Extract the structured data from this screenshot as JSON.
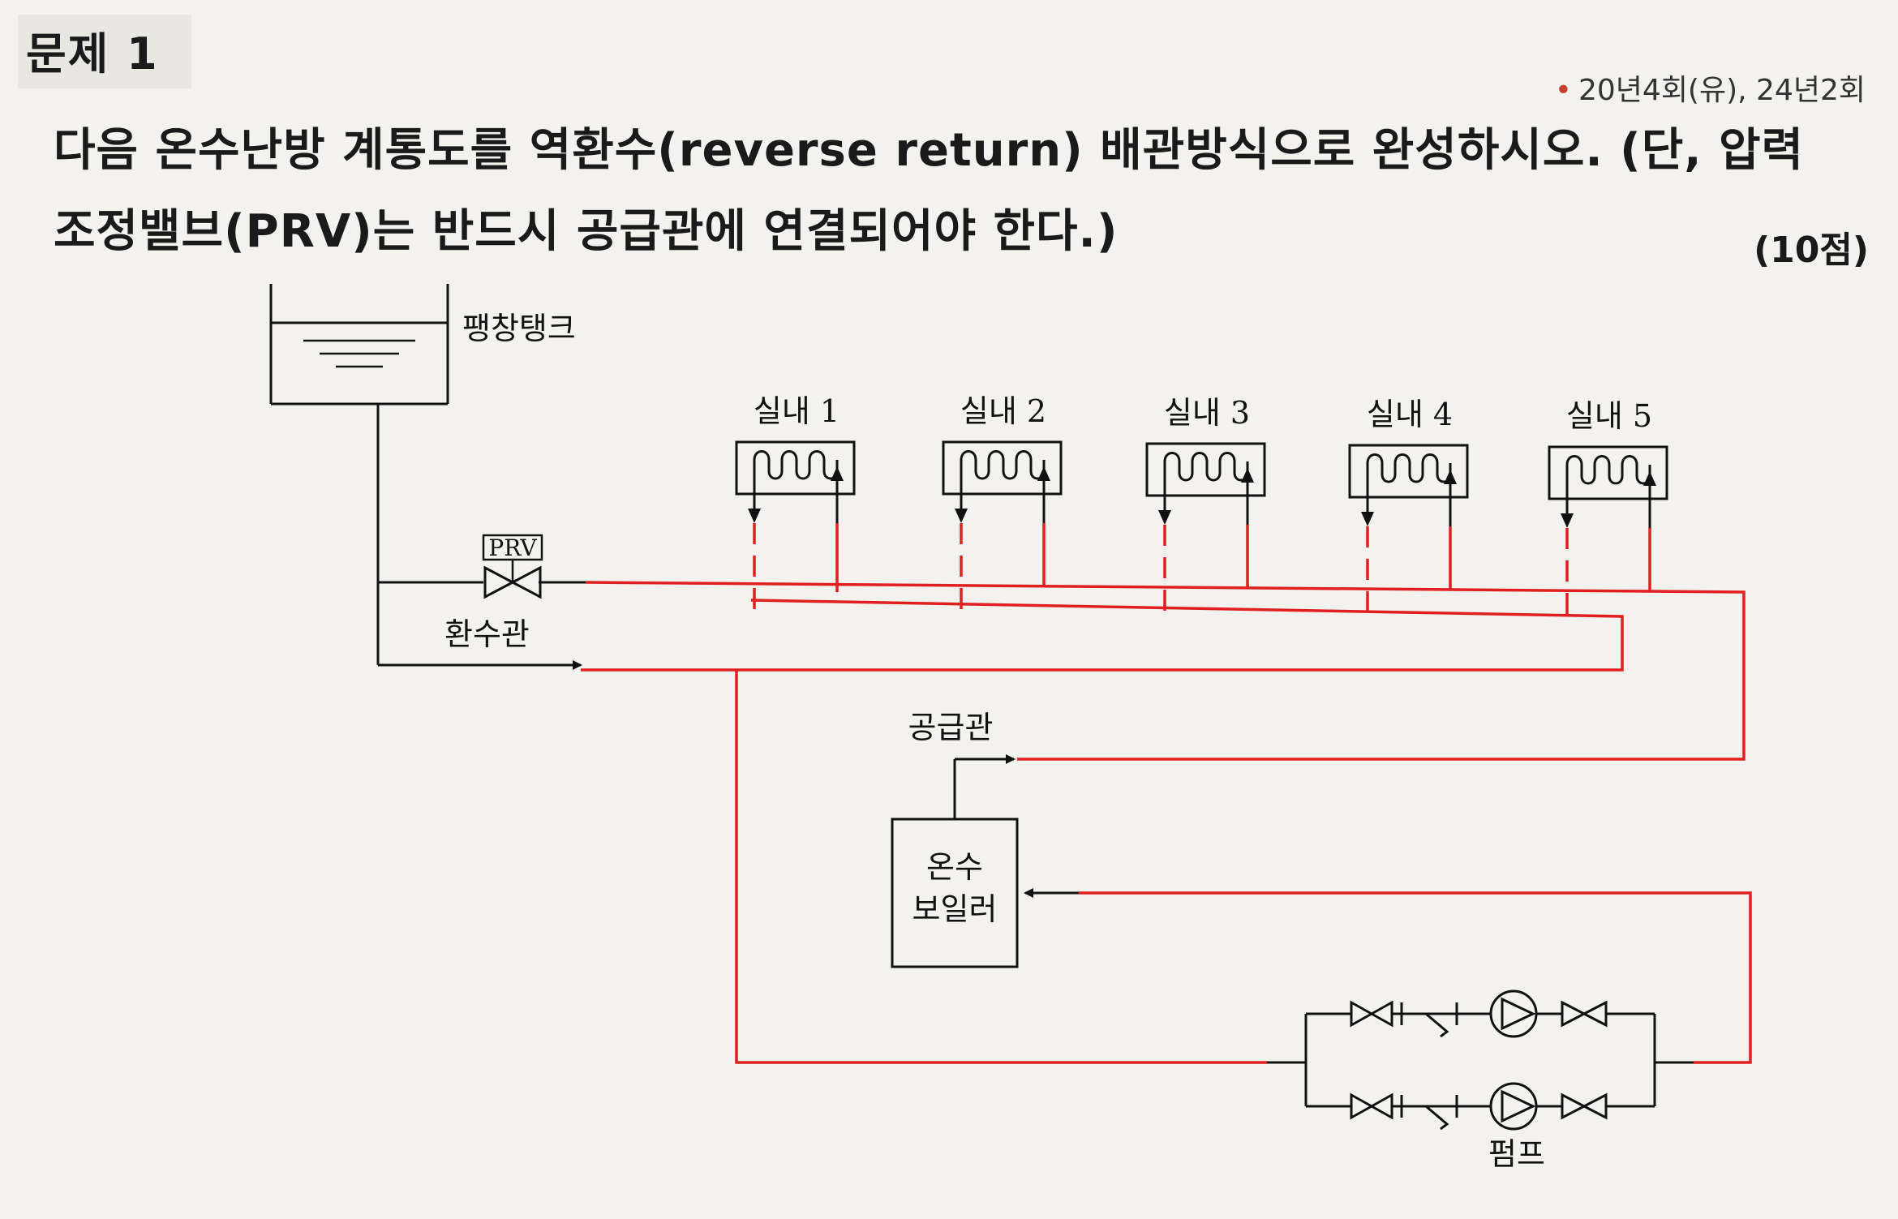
{
  "header": {
    "problem_label": "문제 1",
    "source_note": "20년4회(유), 24년2회",
    "question_line1": "다음 온수난방 계통도를 역환수(reverse return) 배관방식으로 완성하시오. (단, 압력",
    "question_line2": "조정밸브(PRV)는 반드시 공급관에 연결되어야 한다.)",
    "points": "(10점)"
  },
  "diagram": {
    "expansion_tank": "팽창탱크",
    "prv": "PRV",
    "return_pipe": "환수관",
    "supply_pipe": "공급관",
    "boiler_line1": "온수",
    "boiler_line2": "보일러",
    "pump": "펌프",
    "rooms": [
      "실내 1",
      "실내 2",
      "실내 3",
      "실내 4",
      "실내 5"
    ],
    "colors": {
      "drawn_pipe": "#e02020",
      "print": "#111111"
    }
  }
}
